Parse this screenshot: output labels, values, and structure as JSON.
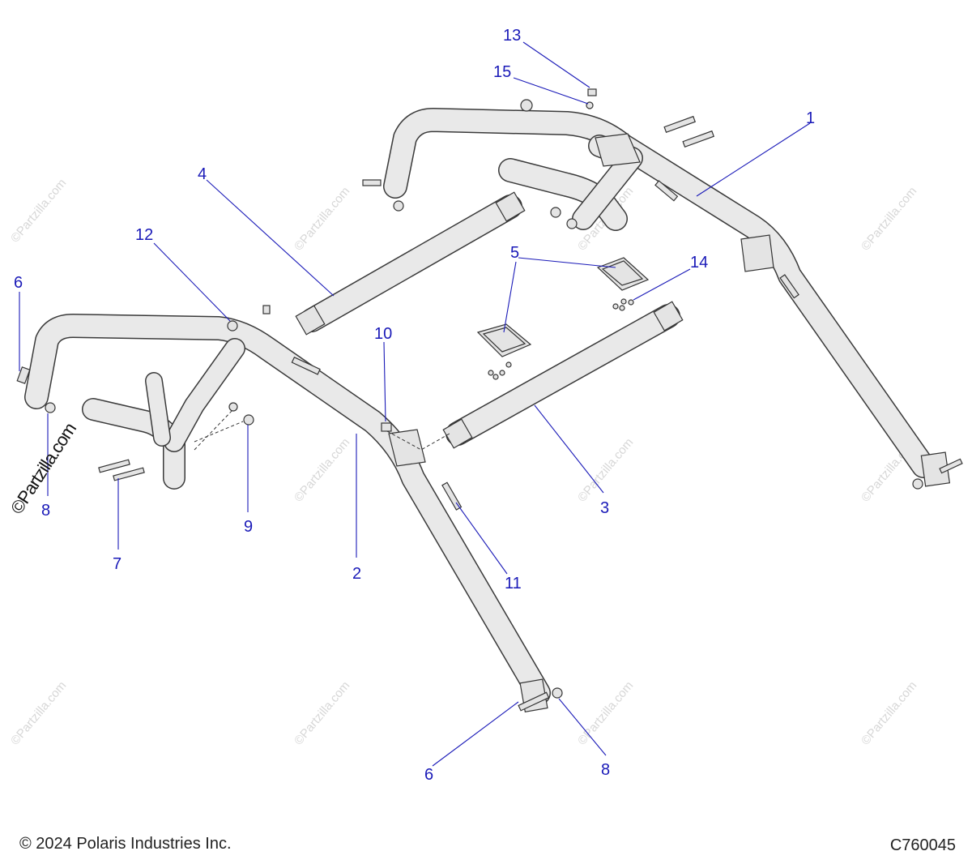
{
  "diagram": {
    "callouts": [
      "1",
      "2",
      "3",
      "4",
      "5",
      "6",
      "7",
      "8",
      "9",
      "10",
      "11",
      "12",
      "13",
      "14",
      "15"
    ],
    "labels": {
      "c1": "1",
      "c2": "2",
      "c3": "3",
      "c4": "4",
      "c5": "5",
      "c6a": "6",
      "c6b": "6",
      "c7": "7",
      "c8a": "8",
      "c8b": "8",
      "c9": "9",
      "c10": "10",
      "c11": "11",
      "c12": "12",
      "c13": "13",
      "c14": "14",
      "c15": "15"
    },
    "watermark": "©Partzilla.com",
    "side_mark": "©Partzilla.com"
  },
  "footer": {
    "copyright": "© 2024 Polaris Industries Inc.",
    "code": "C760045"
  },
  "colors": {
    "callout": "#1a1ab8",
    "line_art": "#333333"
  }
}
